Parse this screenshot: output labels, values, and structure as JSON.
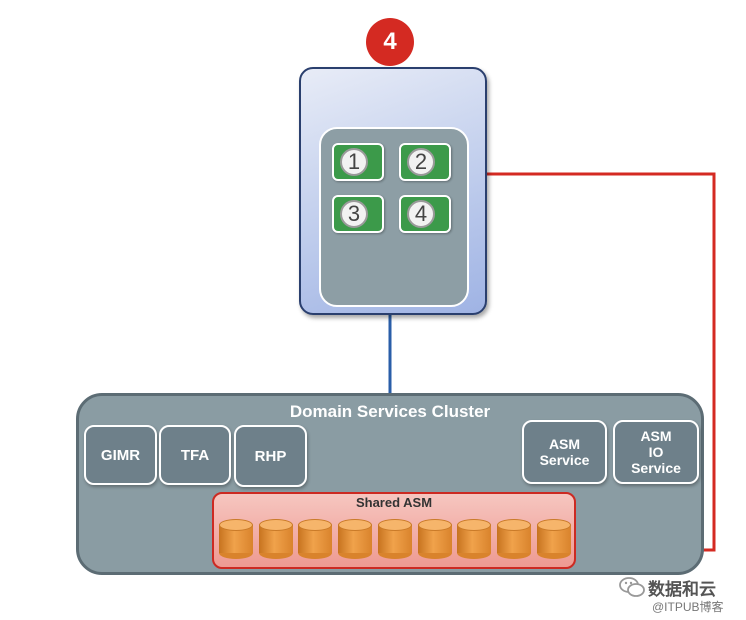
{
  "badge": {
    "label": "4"
  },
  "slots": [
    "1",
    "2",
    "3",
    "4"
  ],
  "cluster": {
    "title": "Domain Services Cluster",
    "services_left": [
      "GIMR",
      "TFA",
      "RHP"
    ],
    "asm_service": [
      "ASM",
      "Service"
    ],
    "asm_io_service": [
      "ASM",
      "IO",
      "Service"
    ],
    "shared_asm": {
      "title": "Shared ASM",
      "disk_count": 9
    }
  },
  "colors": {
    "link_blue": "#2a5ea8",
    "link_red": "#d42a22",
    "slot_green": "#3c9a4a",
    "cluster_gray": "#8a9ca3"
  },
  "watermark": {
    "line1": "数据和云",
    "line2": "@ITPUB博客",
    "icon": "wechat-icon"
  }
}
